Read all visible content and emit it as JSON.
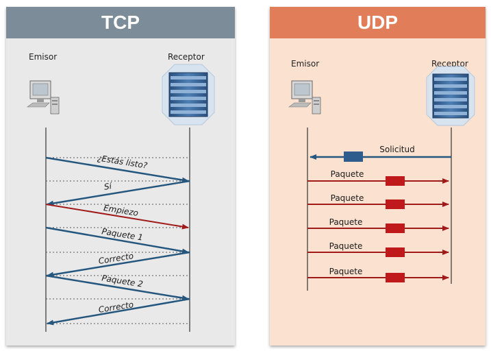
{
  "tcp": {
    "title": "TCP",
    "sender": "Emisor",
    "receiver": "Receptor",
    "messages": [
      "¿Estás listo?",
      "Sí",
      "Empiezo",
      "Paquete 1",
      "Correcto",
      "Paquete 2",
      "Correcto"
    ]
  },
  "udp": {
    "title": "UDP",
    "sender": "Emisor",
    "receiver": "Receptor",
    "request_label": "Solicitud",
    "packet_labels": [
      "Paquete",
      "Paquete",
      "Paquete",
      "Paquete",
      "Paquete"
    ]
  },
  "colors": {
    "tcp_header": "#7c8c99",
    "udp_header": "#e17d58",
    "tcp_background": "#e9e9e9",
    "udp_background": "#fbe2d0",
    "blue_arrow": "#24567e",
    "red_arrow": "#a11a1a",
    "packet_red": "#c0191c",
    "packet_blue": "#2e5c8c"
  }
}
